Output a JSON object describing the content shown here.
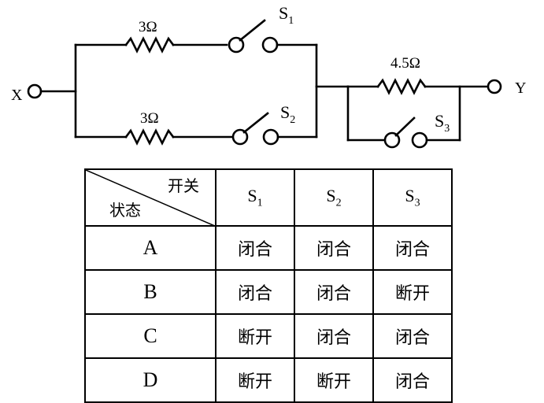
{
  "circuit": {
    "terminal_x": "X",
    "terminal_y": "Y",
    "r1": "3Ω",
    "r2": "3Ω",
    "r3": "4.5Ω",
    "s1": "S",
    "s1_sub": "1",
    "s2": "S",
    "s2_sub": "2",
    "s3": "S",
    "s3_sub": "3"
  },
  "table": {
    "corner_top": "开关",
    "corner_bottom": "状态",
    "columns": [
      {
        "label": "S",
        "sub": "1"
      },
      {
        "label": "S",
        "sub": "2"
      },
      {
        "label": "S",
        "sub": "3"
      }
    ],
    "rows": [
      {
        "state": "A",
        "values": [
          "闭合",
          "闭合",
          "闭合"
        ]
      },
      {
        "state": "B",
        "values": [
          "闭合",
          "闭合",
          "断开"
        ]
      },
      {
        "state": "C",
        "values": [
          "断开",
          "闭合",
          "闭合"
        ]
      },
      {
        "state": "D",
        "values": [
          "断开",
          "断开",
          "闭合"
        ]
      }
    ]
  }
}
